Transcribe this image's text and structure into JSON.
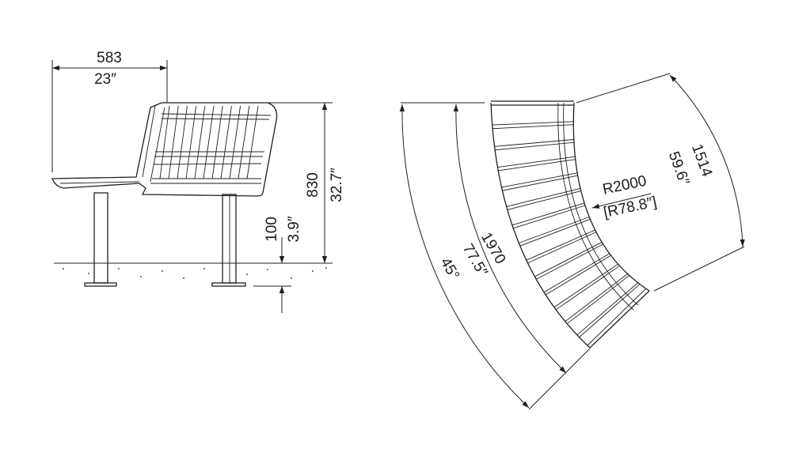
{
  "side_view": {
    "depth_mm": "583",
    "depth_in": "23″",
    "height_mm": "830",
    "height_in": "32.7″",
    "embed_mm": "100",
    "embed_in": "3.9″"
  },
  "plan_view": {
    "radius_mm": "R2000",
    "radius_in": "[R78.8″]",
    "outer_length_mm": "1514",
    "outer_length_in": "59.6″",
    "inner_length_mm": "1970",
    "inner_length_in": "77.5″",
    "angle": "45°",
    "slat_count": 14
  },
  "colors": {
    "line": "#1f1f1f",
    "background": "#ffffff"
  }
}
